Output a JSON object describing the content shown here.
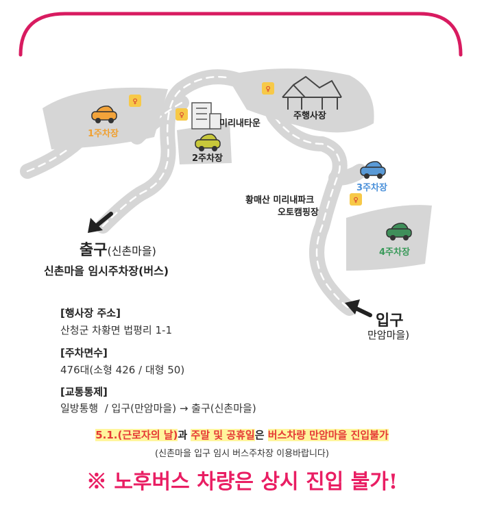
{
  "map": {
    "lots": [
      {
        "label": "1주차장",
        "color": "#f0a030"
      },
      {
        "label": "2주차장",
        "color": "#222222"
      },
      {
        "label": "3주차장",
        "color": "#4a90d9"
      },
      {
        "label": "4주차장",
        "color": "#3a9a5a"
      }
    ],
    "car_colors": {
      "lot1": "#f2a33a",
      "lot2": "#c8c83a",
      "lot3": "#5a9ad6",
      "lot4": "#3f8f5a"
    },
    "places": {
      "town": "미리내타운",
      "venue": "주행사장",
      "camping_line1": "황매산 미리내파크",
      "camping_line2": "오토캠핑장"
    },
    "exit": {
      "main": "출구",
      "sub": "(신촌마을)",
      "note": "신촌마을 임시주차장(버스)"
    },
    "entrance": {
      "main": "입구",
      "sub": "만암마을)"
    },
    "icons": [
      "restroom-icon",
      "car-icon",
      "tent-icon",
      "building-icon",
      "arrow-icon"
    ]
  },
  "info": {
    "address_title": "[행사장 주소]",
    "address": "산청군 차황면 법평리 1-1",
    "parking_title": "[주차면수]",
    "parking": "476대(소형 426 / 대형 50)",
    "traffic_title": "[교통통제]",
    "traffic": "일방통행  / 입구(만암마을) → 출구(신촌마을)"
  },
  "notice": {
    "line1_parts": [
      {
        "text": "5.1.(근로자의 날)",
        "highlight": true
      },
      {
        "text": "과 ",
        "highlight": false
      },
      {
        "text": "주말 및 공휴일",
        "highlight": true
      },
      {
        "text": "은 ",
        "highlight": false
      },
      {
        "text": "버스차량 만암마을 진입불가",
        "highlight": true
      }
    ],
    "line2": "(신촌마을 입구 임시 버스주차장 이용바랍니다)",
    "warning": "※ 노후버스 차량은 상시 진입 불가!"
  },
  "colors": {
    "frame": "#d81b60",
    "road": "#d6d6d6",
    "road_line": "#ffffff",
    "highlight_red": "#e53935",
    "highlight_yellow": "#fff59d",
    "warning": "#e91e63"
  }
}
